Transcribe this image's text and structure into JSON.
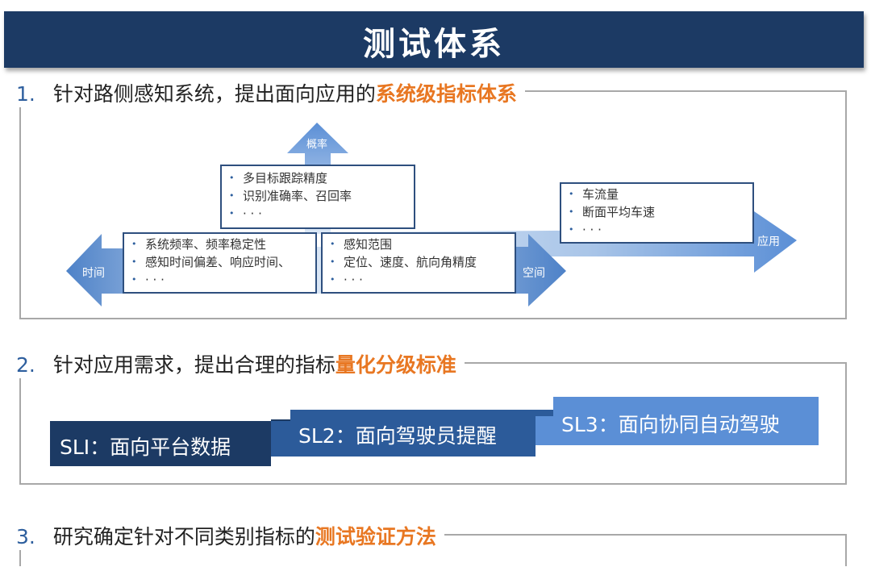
{
  "title": "测试体系",
  "section1": {
    "num": "1.",
    "text": "针对路侧感知系统，提出面向应用的",
    "highlight": "系统级指标体系"
  },
  "section2": {
    "num": "2.",
    "text": "针对应用需求，提出合理的指标",
    "highlight": "量化分级标准"
  },
  "section3": {
    "num": "3.",
    "text": "研究确定针对不同类别指标的",
    "highlight": "测试验证方法"
  },
  "axes": {
    "up": "概率",
    "left": "时间",
    "right_space": "空间",
    "right_app": "应用"
  },
  "boxes": {
    "probability": [
      "多目标跟踪精度",
      "识别准确率、召回率",
      "· · ·"
    ],
    "time": [
      "系统频率、频率稳定性",
      "感知时间偏差、响应时间、",
      "· · ·"
    ],
    "space": [
      "感知范围",
      "定位、速度、航向角精度",
      "· · ·"
    ],
    "application": [
      "车流量",
      "断面平均车速",
      "· · ·"
    ]
  },
  "steps": {
    "sl1": "SLI：面向平台数据",
    "sl2": "SL2：面向驾驶员提醒",
    "sl3": "SL3：面向协同自动驾驶"
  },
  "colors": {
    "title_bg": "#1c3a64",
    "highlight": "#e87722",
    "sl1": "#1c3a64",
    "sl2": "#2c5b9a",
    "sl3": "#5b8fd6"
  }
}
